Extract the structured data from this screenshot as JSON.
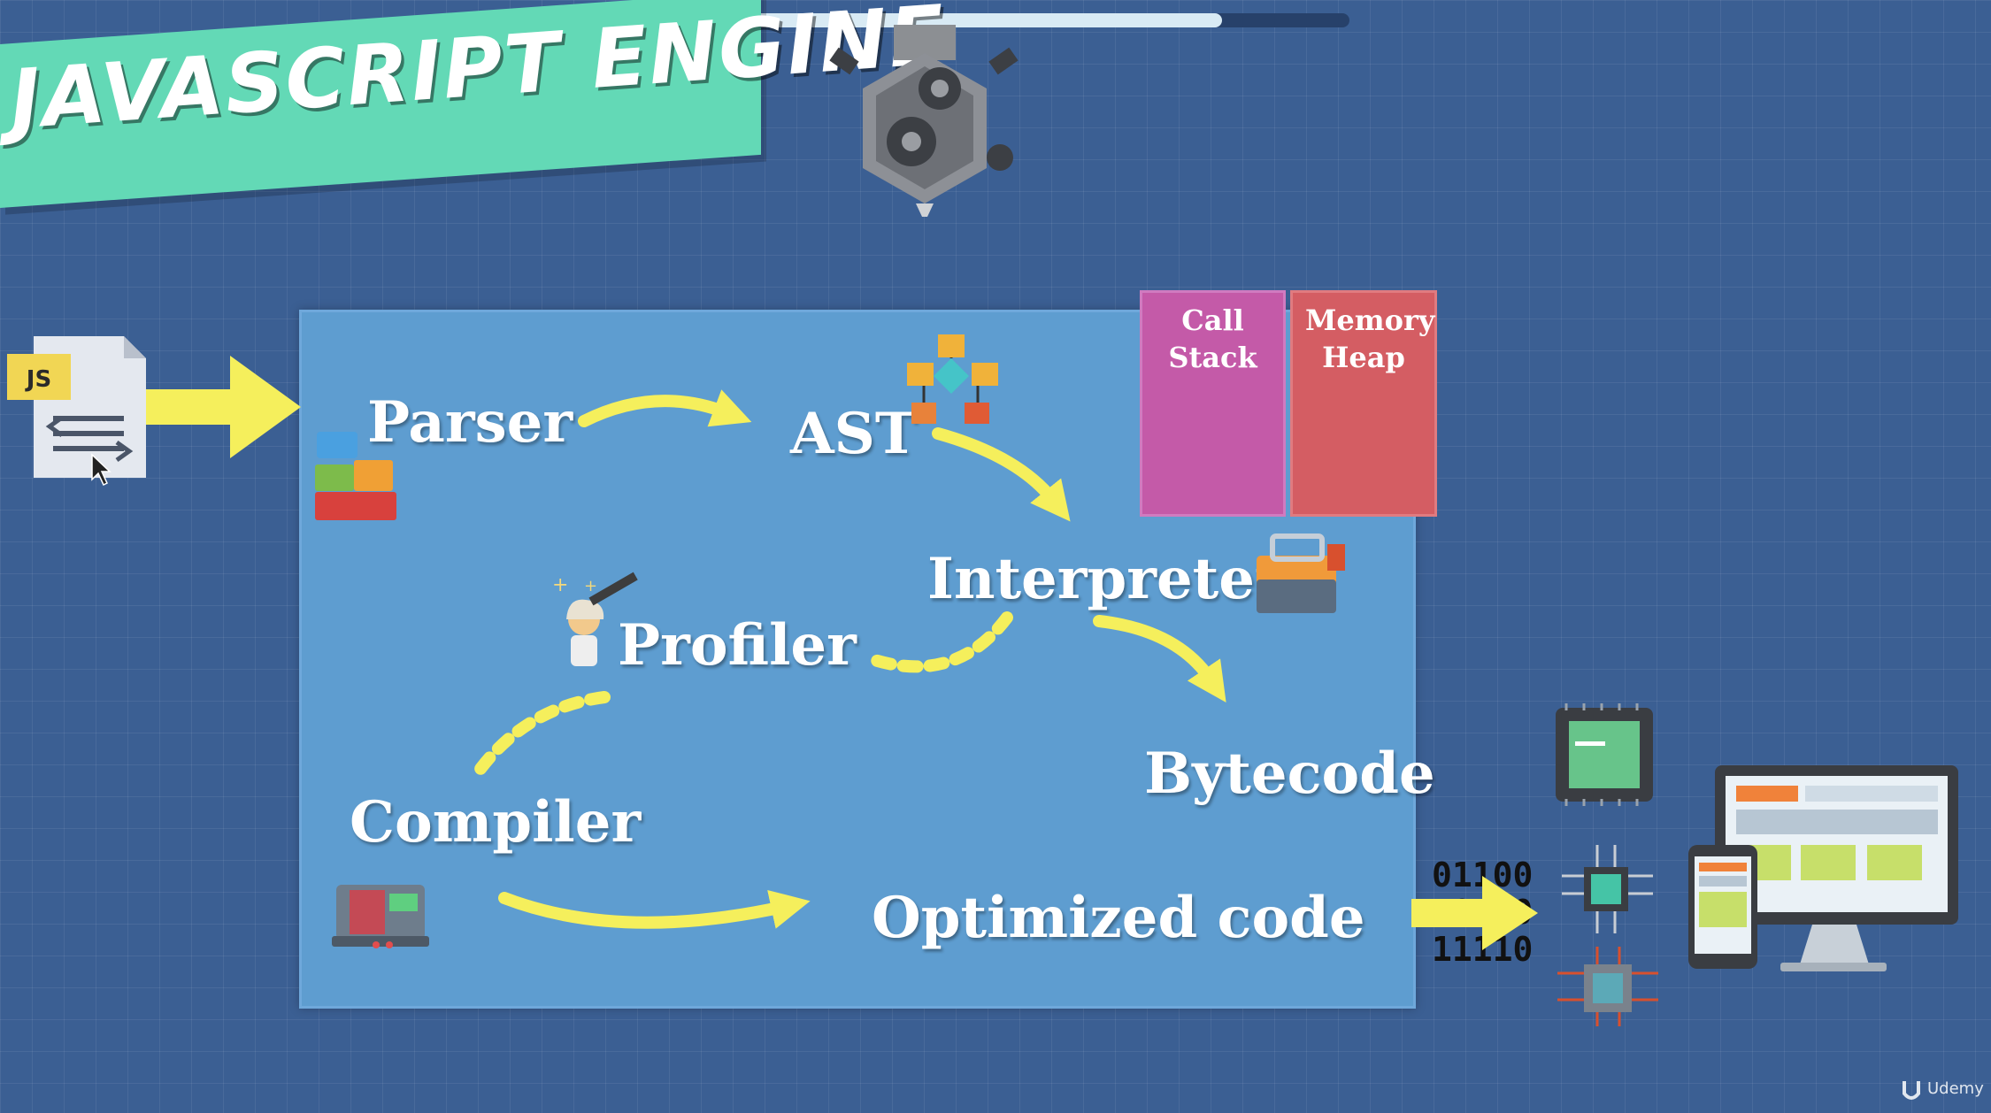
{
  "title": "JAVASCRIPT ENGINE",
  "progress": 0.82,
  "file_badge": "JS",
  "nodes": {
    "parser": "Parser",
    "ast": "AST",
    "interpreter": "Interpreter",
    "profiler": "Profiler",
    "compiler": "Compiler",
    "bytecode": "Bytecode",
    "optimized": "Optimized code"
  },
  "memory": {
    "call_stack": "Call Stack",
    "memory_heap": "Memory Heap"
  },
  "binary": [
    "01100",
    "10110",
    "11110"
  ],
  "watermark": "Udemy",
  "colors": {
    "background": "#3b5f93",
    "banner": "#63d9b6",
    "engine_box": "#5e9dd0",
    "arrow": "#f5ef5c",
    "call_stack": "#c45aa8",
    "memory_heap": "#d45d63"
  },
  "icons": [
    "js-file-icon",
    "blocks-icon",
    "tree-icon",
    "scientist-icon",
    "toolbox-icon",
    "machine-icon",
    "engine-icon",
    "chip-icon",
    "computer-icon",
    "phone-icon"
  ]
}
